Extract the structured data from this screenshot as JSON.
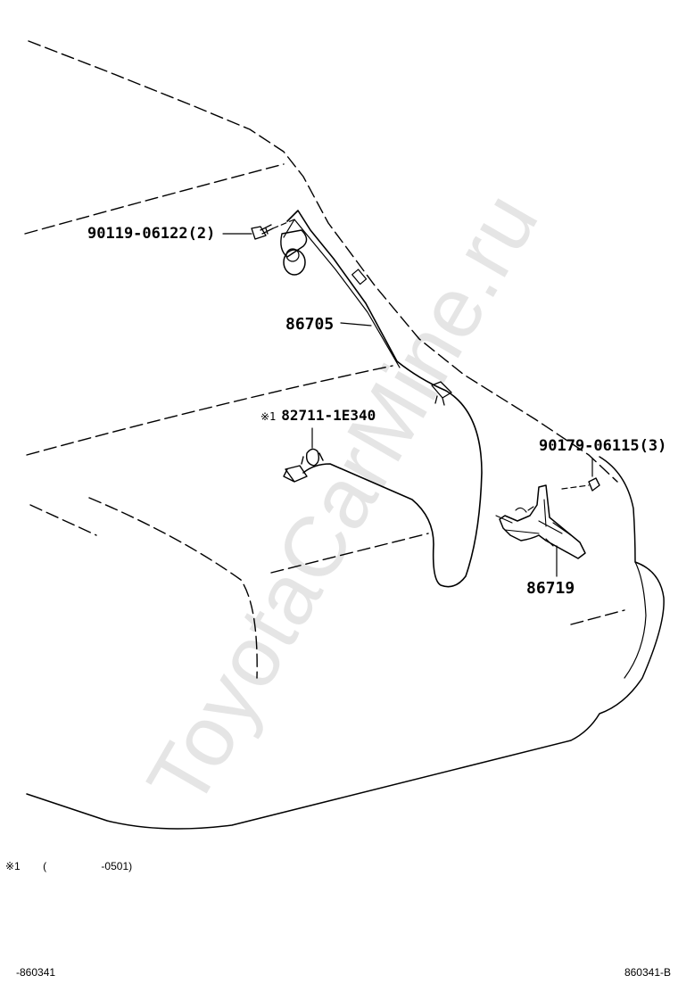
{
  "diagram": {
    "background_color": "#ffffff",
    "line_color": "#000000",
    "watermark_color": "#cccccc",
    "watermark_text": "ToyotaCarMine.ru",
    "parts": [
      {
        "number": "90119-06122",
        "qty": "(2)"
      },
      {
        "number": "86705",
        "qty": ""
      },
      {
        "number": "82711-1E340",
        "qty": "",
        "note_mark": "※1"
      },
      {
        "number": "90179-06115",
        "qty": "(3)"
      },
      {
        "number": "86719",
        "qty": ""
      }
    ],
    "footnote": {
      "mark": "※1",
      "open_paren": "(",
      "range": "-0501)"
    },
    "footer": {
      "left_code": "-860341",
      "right_code": "860341-B"
    }
  }
}
